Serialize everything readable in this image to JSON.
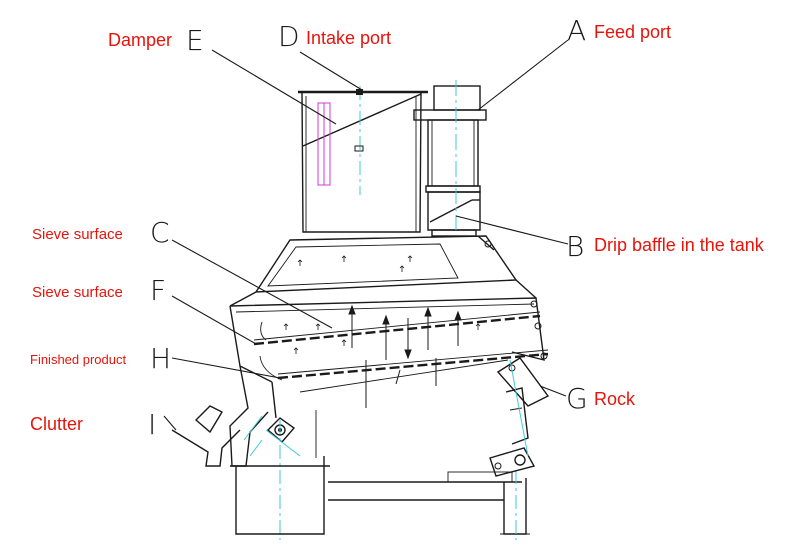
{
  "labels": {
    "damper": "Damper",
    "intake_port": "Intake port",
    "feed_port": "Feed port",
    "sieve_surface_c": "Sieve surface",
    "sieve_surface_f": "Sieve surface",
    "finished_product": "Finished product",
    "clutter": "Clutter",
    "drip_baffle": "Drip baffle in the tank",
    "rock": "Rock"
  },
  "letters": {
    "a": "A",
    "b": "B",
    "c": "C",
    "d": "D",
    "e": "E",
    "f": "F",
    "g": "G",
    "h": "H",
    "i": "I"
  },
  "colors": {
    "label": "#e8140c",
    "line": "#1a1a1a",
    "centerline": "#3cc9e0",
    "damper_slot": "#d63ad6"
  }
}
